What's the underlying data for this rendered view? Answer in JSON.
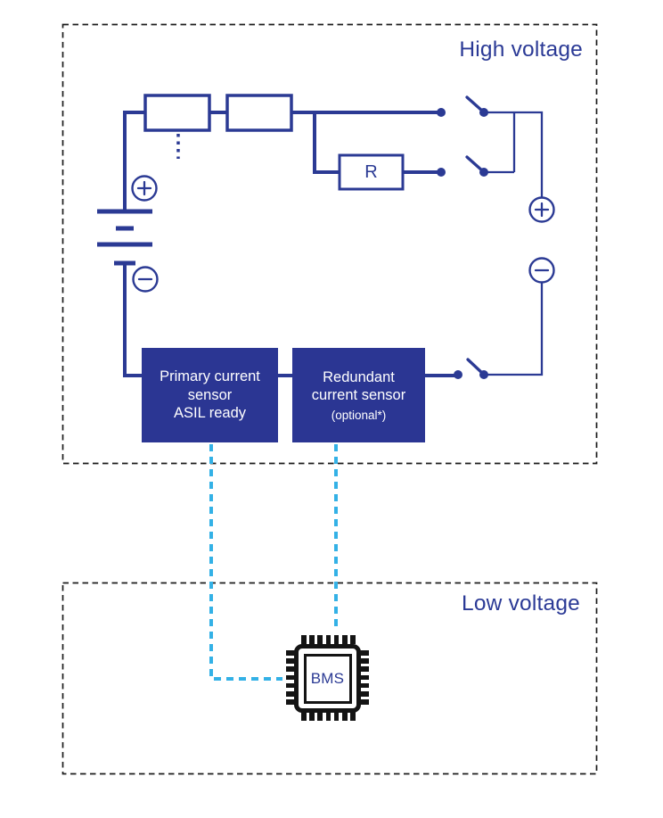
{
  "high_voltage": {
    "title": "High voltage"
  },
  "low_voltage": {
    "title": "Low voltage"
  },
  "labels": {
    "resistor": "R",
    "bms": "BMS"
  },
  "sensors": {
    "primary": {
      "lines": [
        "Primary current",
        "sensor",
        "ASIL ready"
      ]
    },
    "redundant": {
      "lines": [
        "Redundant",
        "current sensor"
      ],
      "note": "(optional*)"
    }
  },
  "colors": {
    "navy": "#2b3a94",
    "box_fill": "#2b3693",
    "cyan": "#33b1e6",
    "ink": "#1c1c1c",
    "chip_black": "#141414",
    "title_blue": "#2b3a96",
    "background": "#ffffff"
  }
}
